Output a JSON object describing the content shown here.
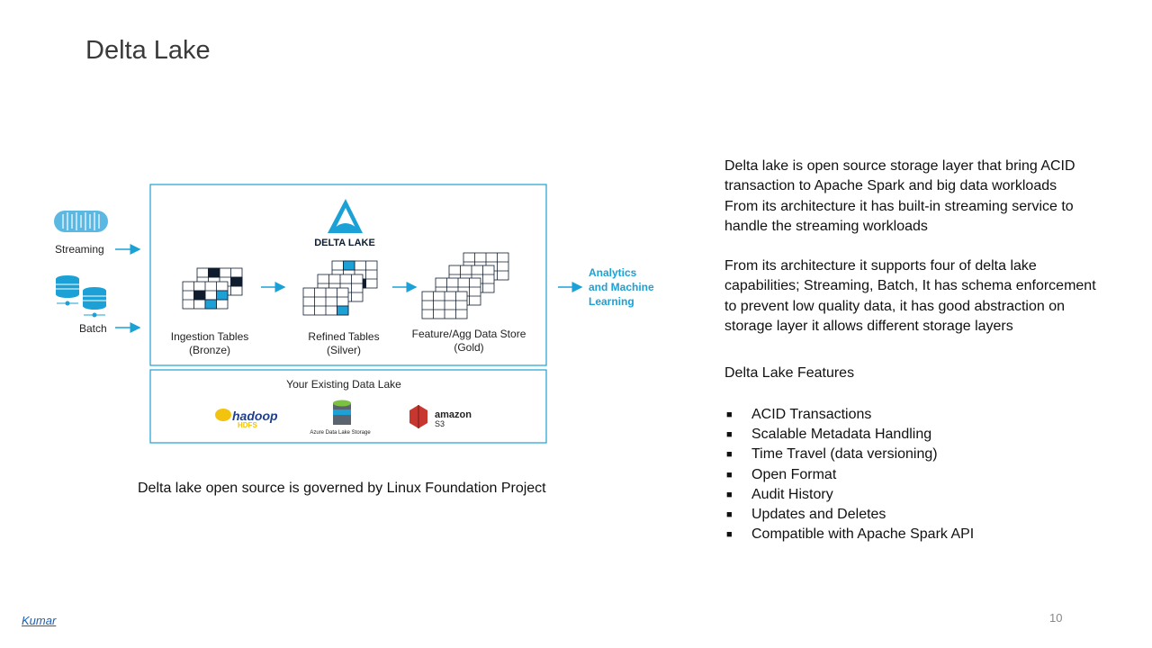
{
  "slide": {
    "title": "Delta Lake",
    "page_number": "10",
    "author": "Kumar"
  },
  "diagram": {
    "logo_text": "DELTA LAKE",
    "inputs": [
      "Streaming",
      "Batch"
    ],
    "tables": [
      {
        "line1": "Ingestion Tables",
        "line2": "(Bronze)"
      },
      {
        "line1": "Refined Tables",
        "line2": "(Silver)"
      },
      {
        "line1": "Feature/Agg Data Store",
        "line2": "(Gold)"
      }
    ],
    "output": [
      "Analytics",
      "and Machine",
      "Learning"
    ],
    "existing_lake": {
      "title": "Your Existing Data Lake",
      "hadoop": "hadoop",
      "hdfs": "HDFS",
      "azure": "Azure Data Lake Storage",
      "amazon": "amazon",
      "s3": "S3"
    },
    "accent_color": "#1ba1d6",
    "dark_color": "#0f1c2e"
  },
  "caption": "Delta lake open source is governed by Linux Foundation Project",
  "description": {
    "para1": [
      "Delta lake is open source storage layer that bring ACID",
      "transaction to Apache Spark and big data workloads",
      "From its architecture it has built-in streaming service to",
      "handle the streaming workloads"
    ],
    "para2": [
      "From its architecture it supports four of delta lake",
      "capabilities; Streaming, Batch, It has schema enforcement",
      "to prevent low quality data, it has good abstraction on",
      "storage layer it allows different storage layers"
    ],
    "features_title": "Delta Lake Features",
    "bullet": "■",
    "features": [
      "ACID Transactions",
      "Scalable Metadata Handling",
      "Time Travel (data versioning)",
      "Open Format",
      "Audit History",
      "Updates and Deletes",
      "Compatible with Apache Spark API"
    ]
  }
}
